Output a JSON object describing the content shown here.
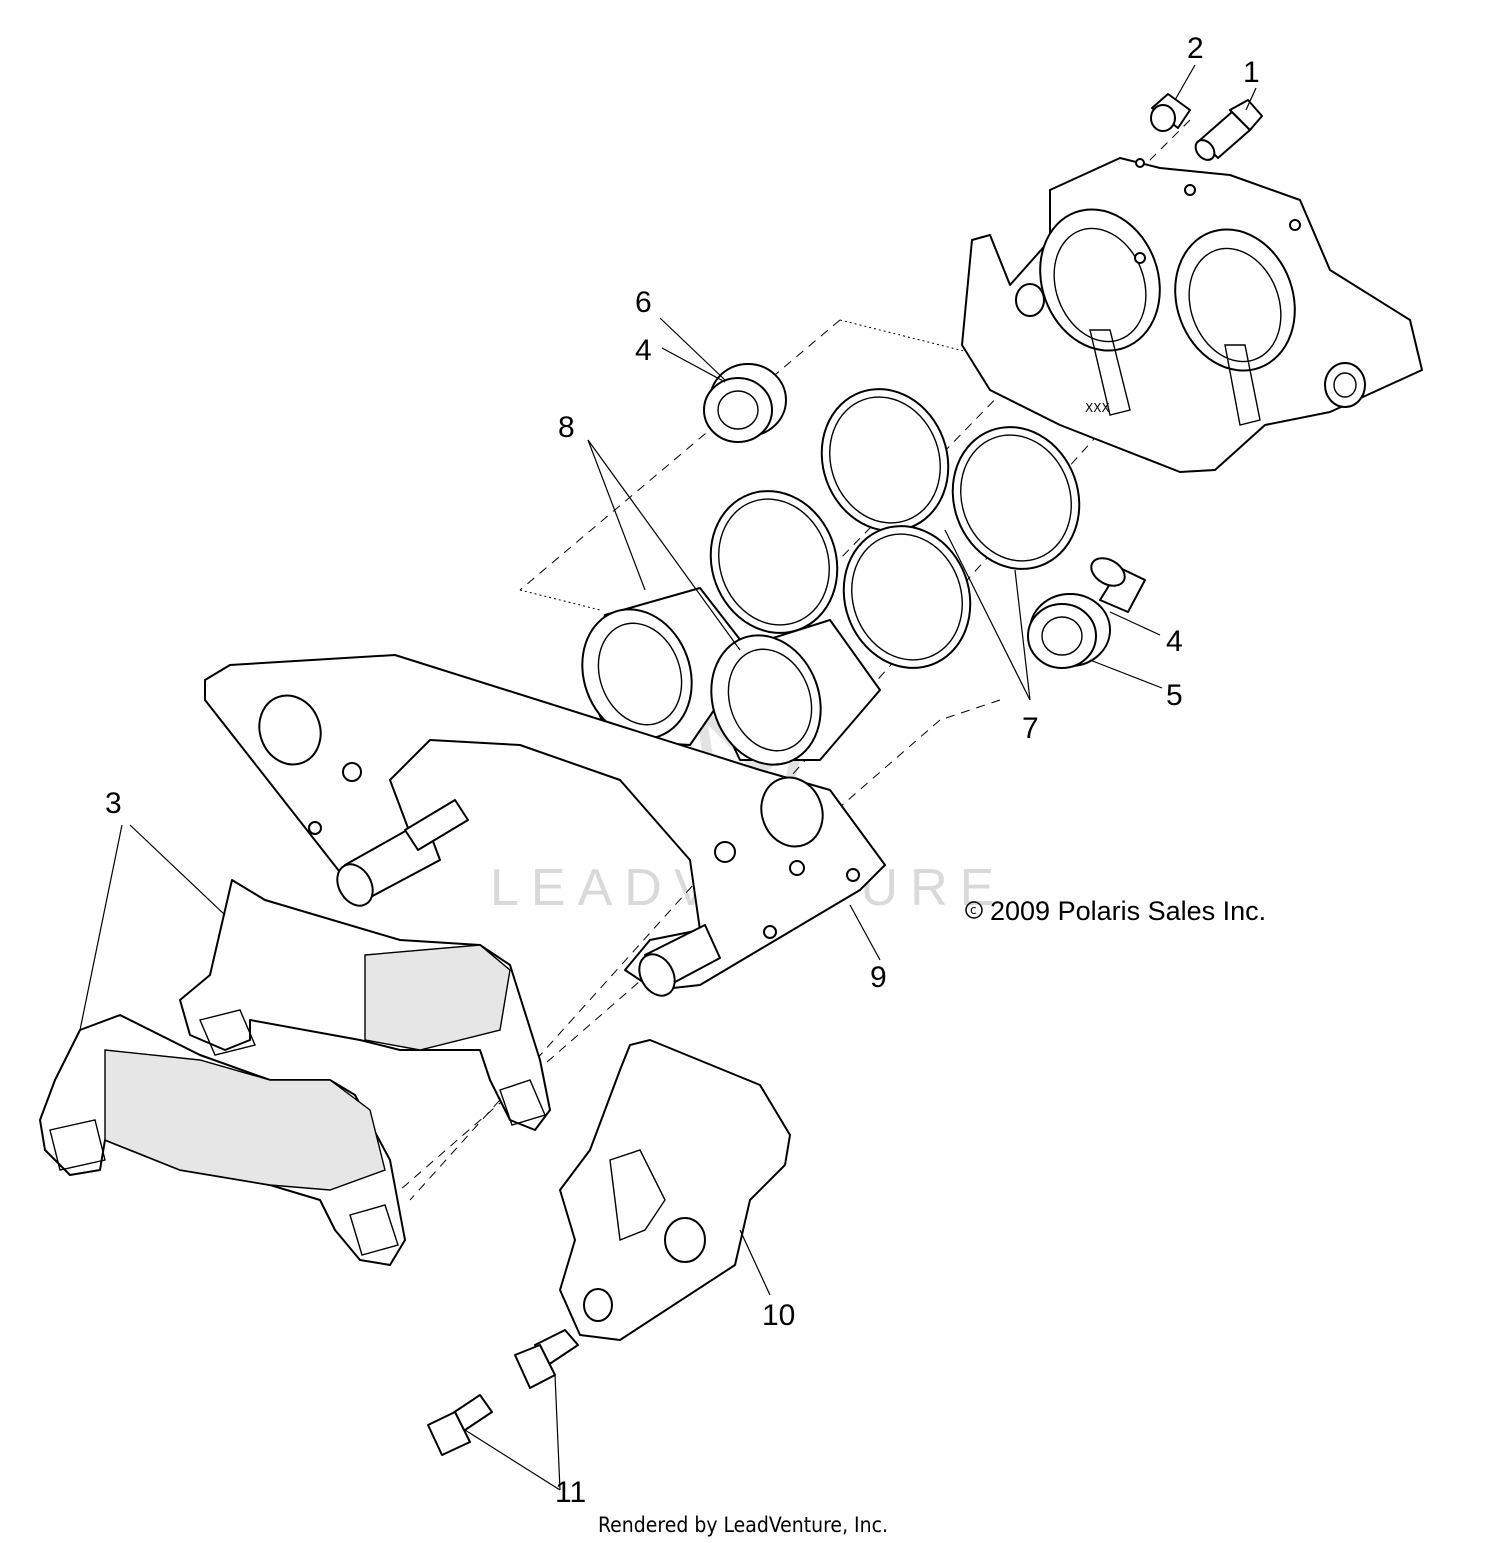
{
  "callouts": [
    "1",
    "2",
    "3",
    "4",
    "4",
    "5",
    "6",
    "7",
    "8",
    "9",
    "10",
    "11"
  ],
  "copyright": "2009 Polaris Sales Inc.",
  "copyright_symbol": "c",
  "watermark": "LEADVENTURE",
  "footer": "Rendered by LeadVenture, Inc.",
  "caliper_stamp": "XXX"
}
